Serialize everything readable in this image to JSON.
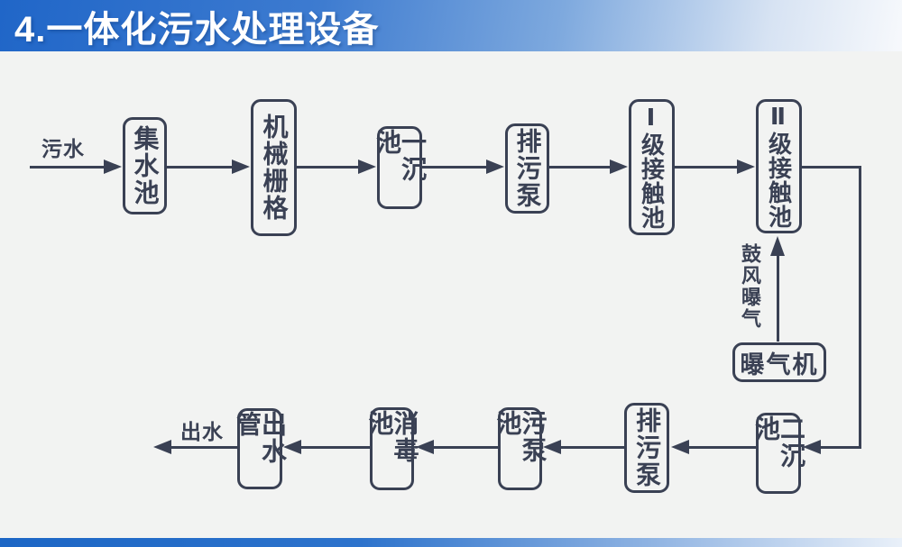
{
  "slide": {
    "title": "4.一体化污水处理设备"
  },
  "diagram": {
    "inlet_label": "污水",
    "outlet_label": "出水",
    "aeration_label": "鼓风曝气",
    "nodes": {
      "collecting_tank": "集水池",
      "mechanical_grid": "机械栅格",
      "primary_sedimentation_tank": "一沉池",
      "sewage_pump_top": "排污泵",
      "contact_tank_1": "Ⅰ级接触池",
      "contact_tank_2": "Ⅱ级接触池",
      "aerator": "曝气机",
      "secondary_sedimentation_tank": "二沉池",
      "sewage_pump_bottom": "排污泵",
      "sludge_pump_tank": "污泵池",
      "disinfection_tank": "消毒池",
      "outlet_pipe": "出水管"
    }
  },
  "colors": {
    "header_blue": "#2066c8",
    "ink": "#3a4154",
    "background": "#f2f3f2",
    "footer_blue": "#1c66c5"
  }
}
